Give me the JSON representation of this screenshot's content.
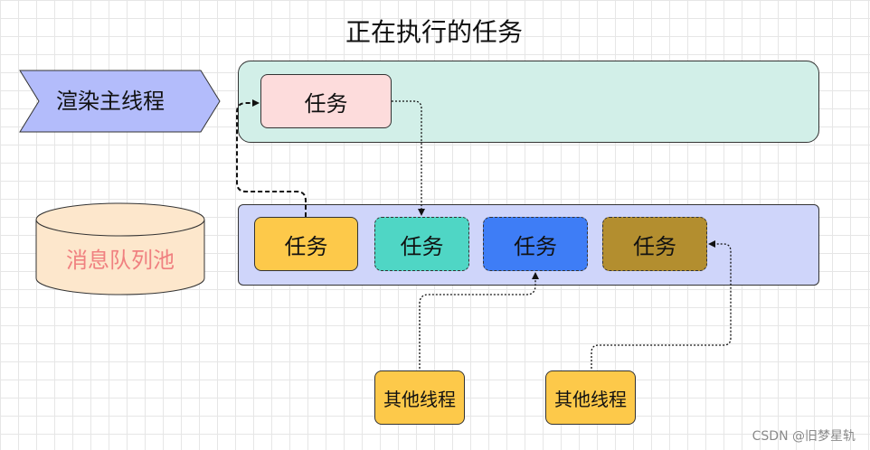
{
  "title": "正在执行的任务",
  "render_thread": {
    "label": "渲染主线程"
  },
  "message_pool": {
    "label": "消息队列池"
  },
  "running_task": {
    "label": "任务"
  },
  "queue_tasks": [
    {
      "label": "任务",
      "color": "#fdc94a"
    },
    {
      "label": "任务",
      "color": "#4fd6c5"
    },
    {
      "label": "任务",
      "color": "#3e7df6"
    },
    {
      "label": "任务",
      "color": "#b38e2f"
    }
  ],
  "other_threads": [
    {
      "label": "其他线程"
    },
    {
      "label": "其他线程"
    }
  ],
  "watermark": "CSDN @旧梦星轨",
  "colors": {
    "pipeline_bg": "#d2efe8",
    "queue_bg": "#cfd5fa",
    "render_arrow_fill": "#b3bcfb",
    "pool_fill": "#fde7cc",
    "pool_text": "#f08080",
    "running_task_fill": "#fddcdc"
  }
}
